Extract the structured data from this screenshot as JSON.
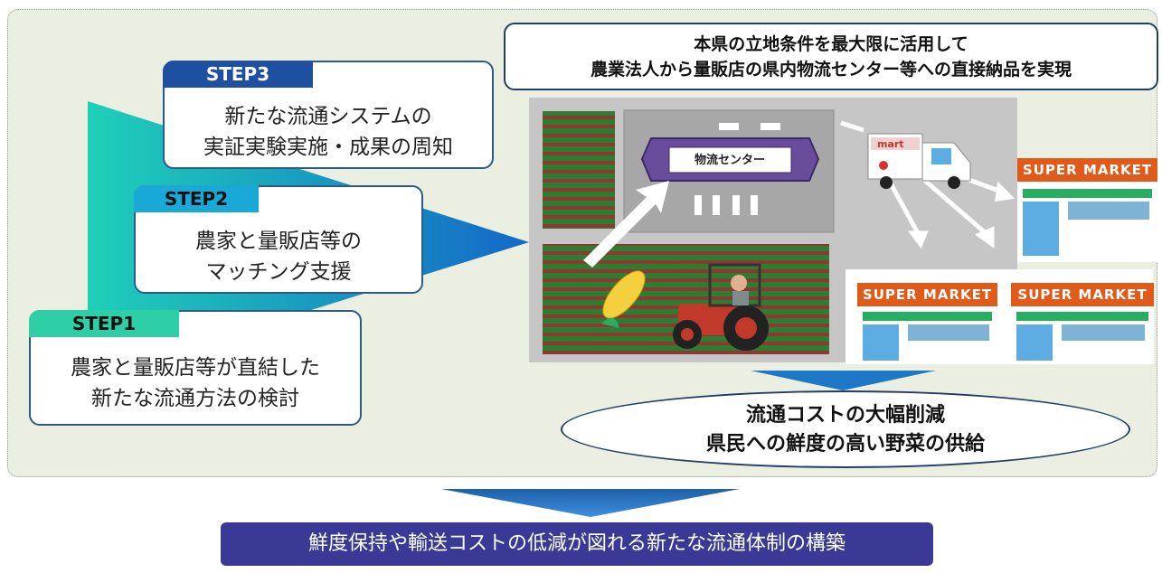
{
  "steps": [
    {
      "label": "STEP1",
      "lines": [
        "農家と量販店等が直結した",
        "新たな流通方法の検討"
      ]
    },
    {
      "label": "STEP2",
      "lines": [
        "農家と量販店等の",
        "マッチング支援"
      ]
    },
    {
      "label": "STEP3",
      "lines": [
        "新たな流通システムの",
        "実証実験実施・成果の周知"
      ]
    }
  ],
  "headline": {
    "line1": "本県の立地条件を最大限に活用して",
    "line2": "農業法人から量販店の県内物流センター等への直接納品を実現"
  },
  "illustration": {
    "center_label": "物流センター",
    "truck_brand": "mart",
    "store_sign": "SUPER MARKET"
  },
  "result": {
    "line1": "流通コストの大幅削減",
    "line2": "県民への鮮度の高い野菜の供給"
  },
  "goal": "鮮度保持や輸送コストの低減が図れる新たな流通体制の構築",
  "colors": {
    "panel_bg": "#eaefe2",
    "step_arrow": "#1f8fd8",
    "goal_bg": "#3a3a96",
    "field_green": "#2e7d32",
    "field_brown": "#8b3a2f"
  }
}
